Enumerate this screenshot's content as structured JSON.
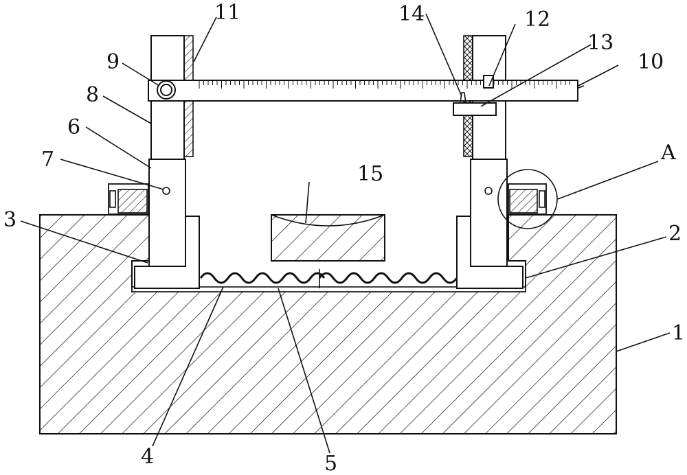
{
  "labels": {
    "n1": "1",
    "n2": "2",
    "n3": "3",
    "n4": "4",
    "n5": "5",
    "n6": "6",
    "n7": "7",
    "n8": "8",
    "n9": "9",
    "n10": "10",
    "n11": "11",
    "n12": "12",
    "n13": "13",
    "n14": "14",
    "n15": "15",
    "detail_a": "A"
  }
}
